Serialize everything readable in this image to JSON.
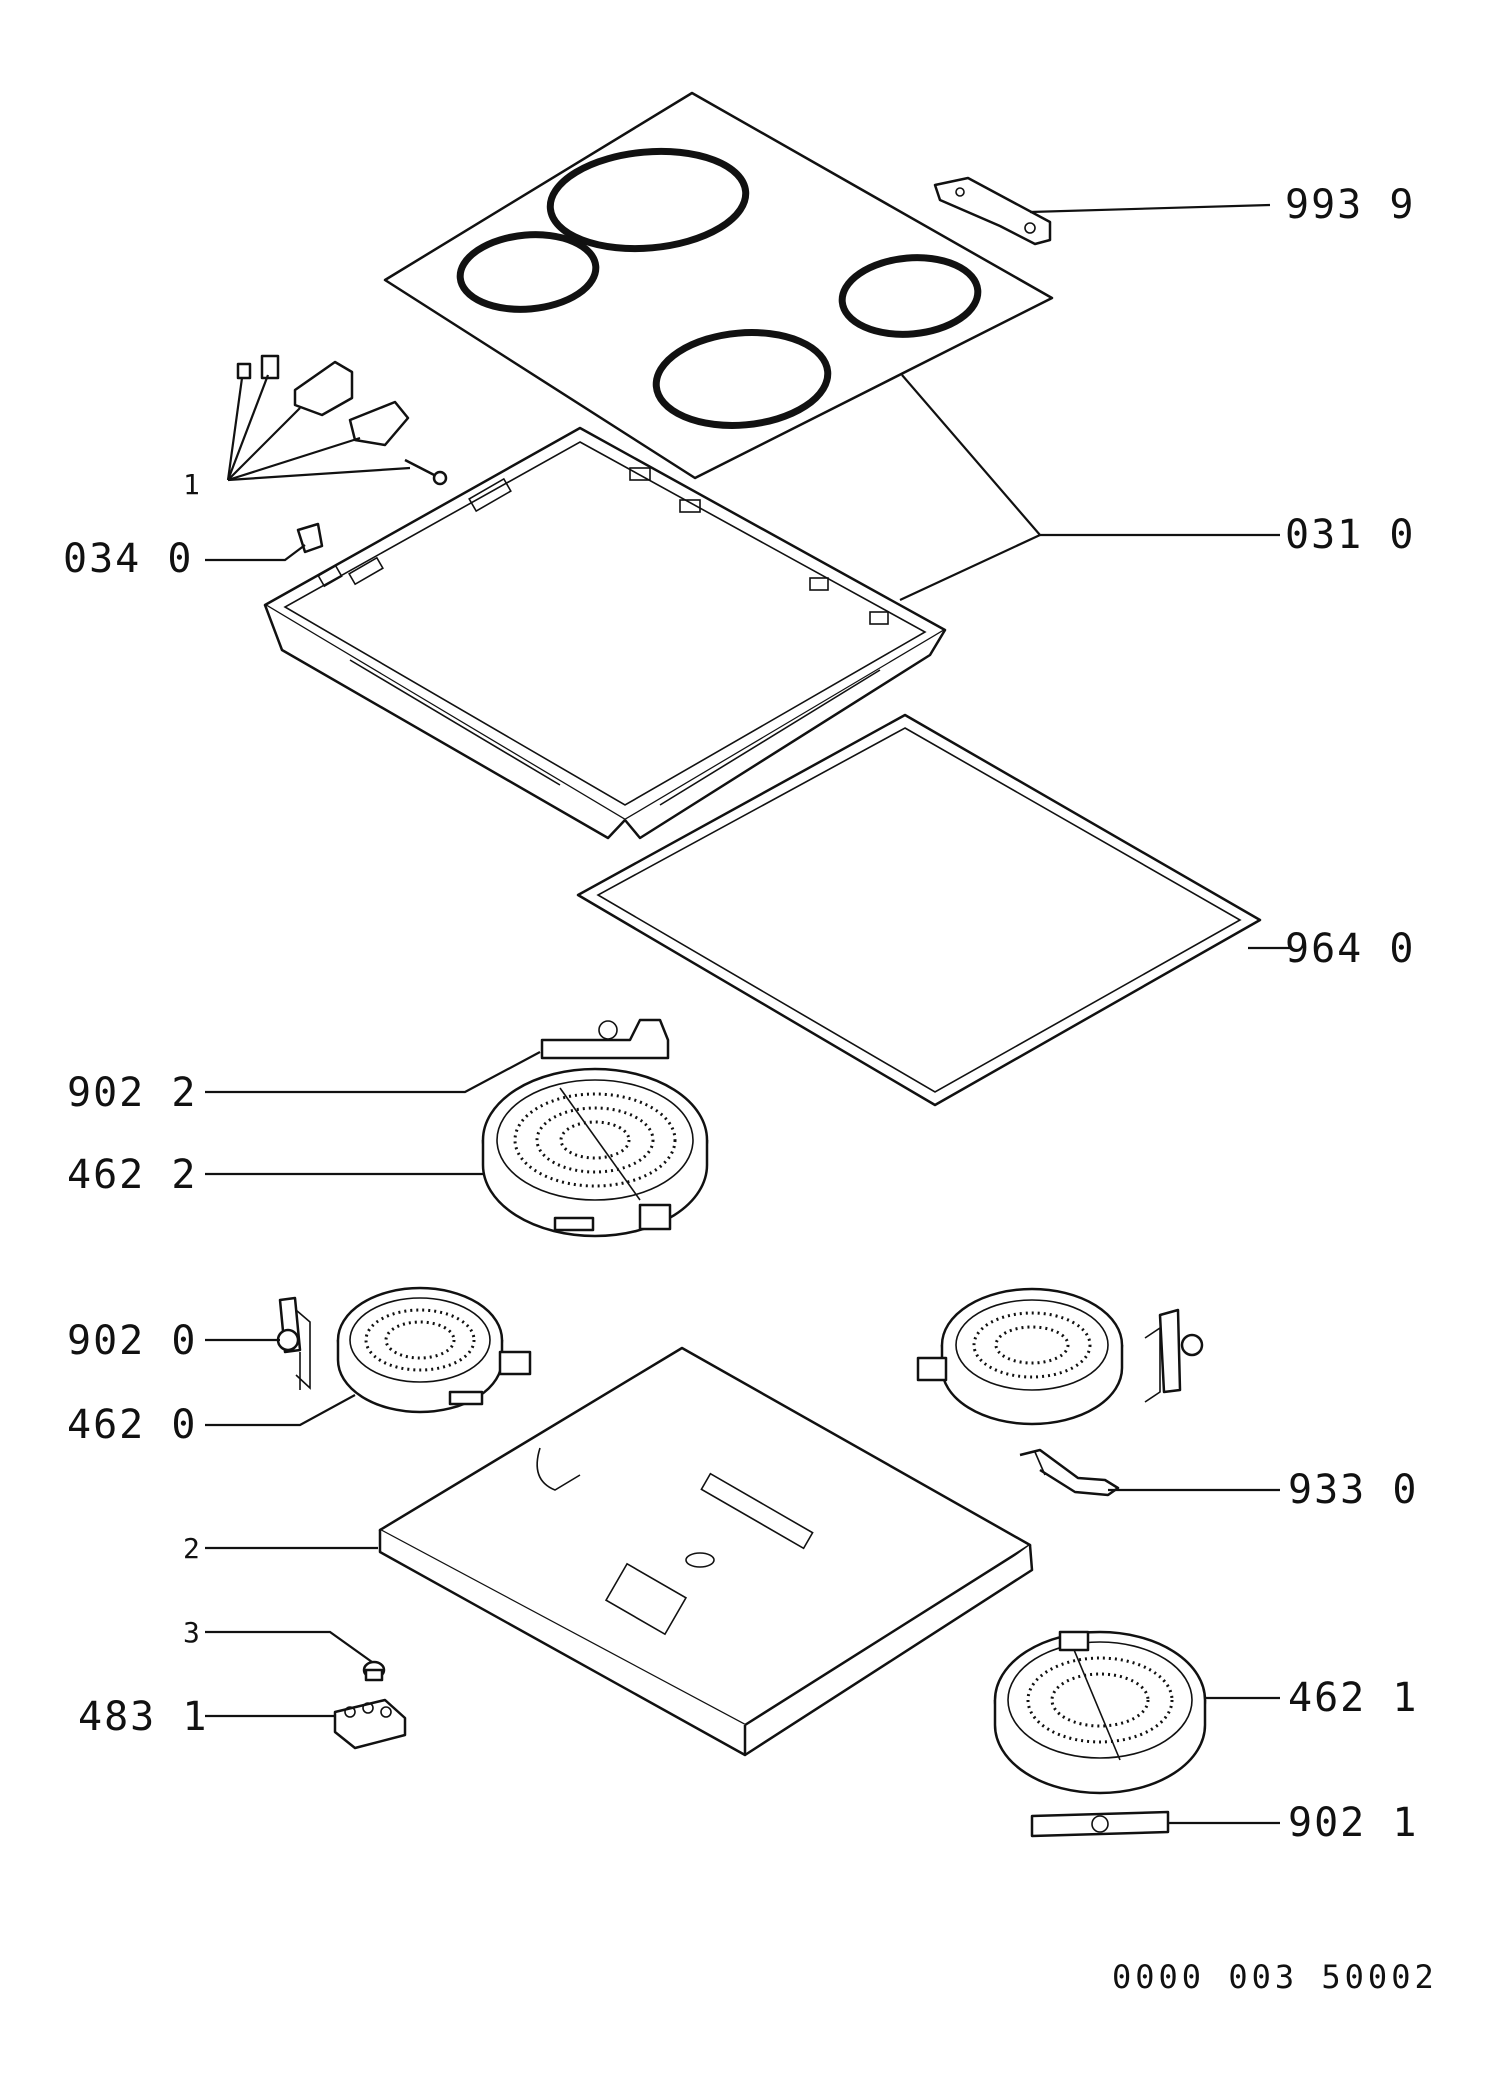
{
  "parts": [
    {
      "id": "p9939",
      "label": "993 9"
    },
    {
      "id": "p0310",
      "label": "031 0"
    },
    {
      "id": "p0340",
      "label": "034 0"
    },
    {
      "id": "p1",
      "label": "1"
    },
    {
      "id": "p9640",
      "label": "964 0"
    },
    {
      "id": "p9022",
      "label": "902 2"
    },
    {
      "id": "p4622",
      "label": "462 2"
    },
    {
      "id": "p9020",
      "label": "902 0"
    },
    {
      "id": "p4620",
      "label": "462 0"
    },
    {
      "id": "p9330",
      "label": "933 0"
    },
    {
      "id": "p2",
      "label": "2"
    },
    {
      "id": "p3",
      "label": "3"
    },
    {
      "id": "p4831",
      "label": "483 1"
    },
    {
      "id": "p4621",
      "label": "462 1"
    },
    {
      "id": "p9021",
      "label": "902 1"
    }
  ],
  "document_number": "0000 003 50002"
}
